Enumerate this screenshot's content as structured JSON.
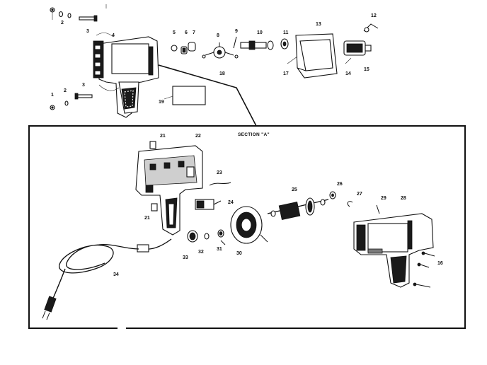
{
  "section_title": "SECTION \"A\"",
  "callouts": {
    "n1": "1",
    "n2": "2",
    "n3": "3",
    "n4": "4",
    "n5": "5",
    "n6": "6",
    "n7": "7",
    "n8": "8",
    "n9": "9",
    "n10": "10",
    "n11": "11",
    "n12": "12",
    "n13": "13",
    "n14": "14",
    "n15": "15",
    "n16": "16",
    "n17": "17",
    "n18": "18",
    "n19": "19",
    "n21": "21",
    "n22": "22",
    "n23": "23",
    "n24": "24",
    "n25": "25",
    "n26": "26",
    "n27": "27",
    "n28": "28",
    "n29": "29",
    "n30": "30",
    "n31": "31",
    "n32": "32",
    "n33": "33",
    "n34": "34"
  },
  "colors": {
    "ink": "#111111",
    "paper": "#ffffff",
    "shade": "#1a1a1a"
  }
}
